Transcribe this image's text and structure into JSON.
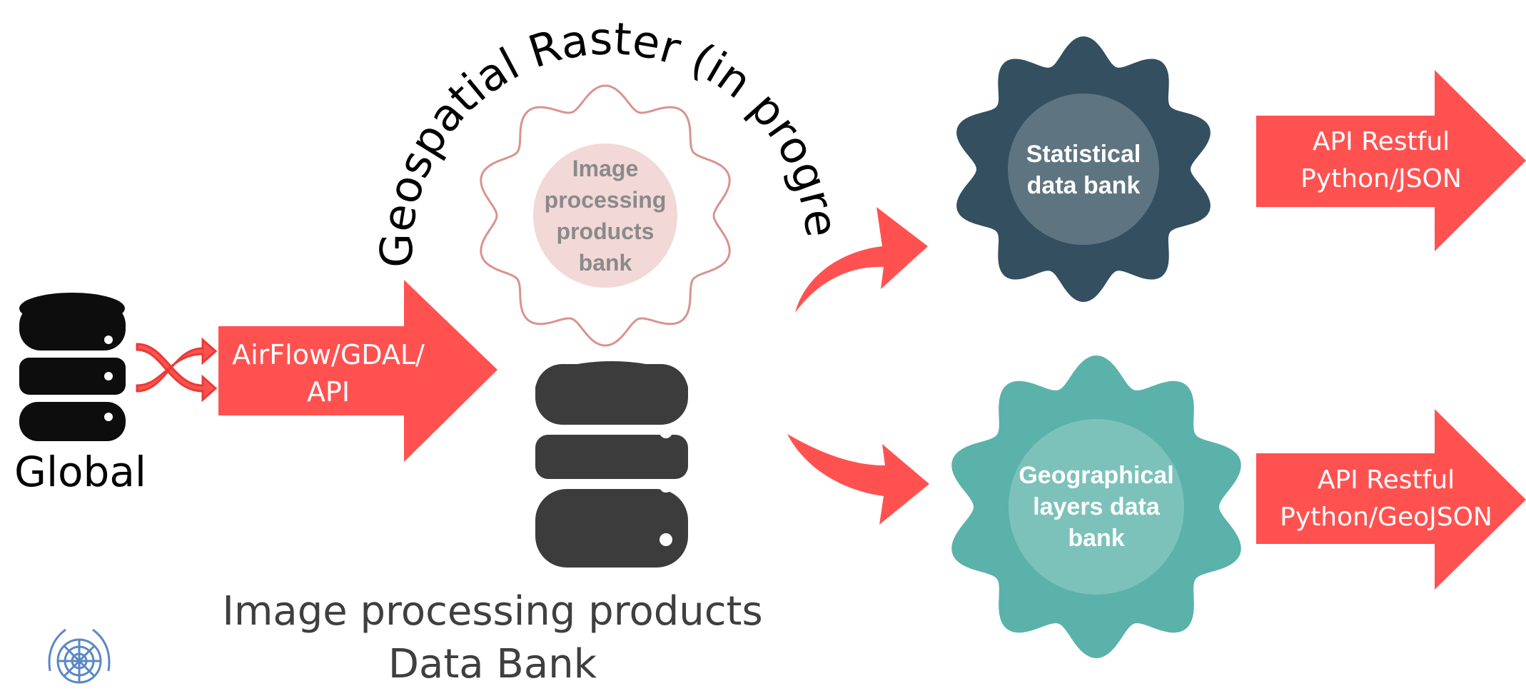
{
  "curved_title": "Geospatial Raster (in progress)",
  "global_source": {
    "label": "Global"
  },
  "ingest_arrow": {
    "label_line1": "AirFlow/GDAL/",
    "label_line2": "API"
  },
  "processing_gear": {
    "line1": "Image",
    "line2": "processing",
    "line3": "products",
    "line4": "bank"
  },
  "central_databank": {
    "label_line1": "Image processing products",
    "label_line2": "Data Bank"
  },
  "statistical_gear": {
    "line1": "Statistical",
    "line2": "data bank"
  },
  "geographical_gear": {
    "line1": "Geographical",
    "line2": "layers data",
    "line3": "bank"
  },
  "api_statistical": {
    "line1": "API Restful",
    "line2": "Python/JSON"
  },
  "api_geographical": {
    "line1": "API Restful",
    "line2": "Python/GeoJSON"
  },
  "colors": {
    "accent_red": "#ff5250",
    "db_black": "#0d0d0d",
    "db_dark_gray": "#3c3c3c",
    "stat_gear": "#334f60",
    "stat_inner": "#5e7581",
    "geo_gear": "#5ab2aa",
    "geo_inner": "#7cc2bb",
    "faded_gear_stroke": "#d9938d",
    "faded_inner": "#f2d8d6",
    "faded_text": "#8a8a8a",
    "caption_gray": "#3f3f3f",
    "emblem_blue": "#5b87c5"
  },
  "icons": [
    "database-icon",
    "shuffle-arrows-icon",
    "gear-icon",
    "un-emblem-icon"
  ]
}
